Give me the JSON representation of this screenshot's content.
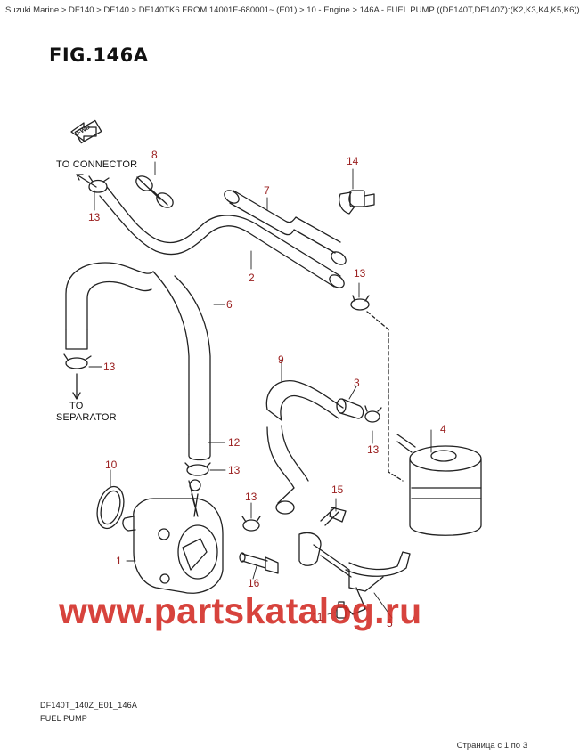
{
  "breadcrumb": "Suzuki Marine > DF140 > DF140 > DF140TK6 FROM 14001F-680001~ (E01) > 10 - Engine > 146A - FUEL PUMP ((DF140T,DF140Z):(K2,K3,K4,K5,K6))",
  "figure_title": "FIG.146A",
  "fwd_label": "FWD",
  "notes": {
    "to_connector": "TO CONNECTOR",
    "to": "TO",
    "separator": "SEPARATOR"
  },
  "callouts": {
    "c1": "1",
    "c2": "2",
    "c3": "3",
    "c4": "4",
    "c5": "5",
    "c6": "6",
    "c7": "7",
    "c8": "8",
    "c9": "9",
    "c10": "10",
    "c11": "11",
    "c12": "12",
    "c13a": "13",
    "c13b": "13",
    "c13c": "13",
    "c13d": "13",
    "c13e": "13",
    "c13f": "13",
    "c14": "14",
    "c15": "15",
    "c16": "16"
  },
  "watermark": "www.partskatalog.ru",
  "footer": {
    "code": "DF140T_140Z_E01_146A",
    "name": "FUEL PUMP"
  },
  "pager": "Страница с 1 по 3",
  "colors": {
    "callout": "#9b2020",
    "watermark": "#d22a23",
    "line": "#222222"
  }
}
